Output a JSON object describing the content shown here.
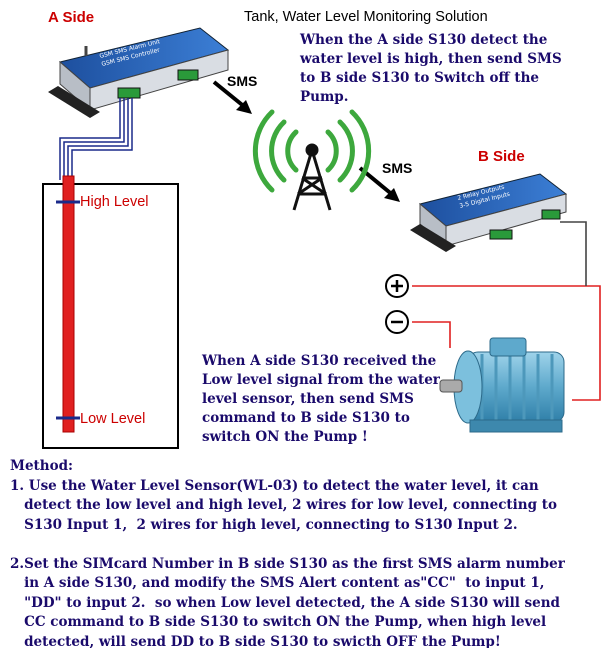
{
  "header": {
    "a_side": "A  Side",
    "title": "Tank, Water Level Monitoring Solution",
    "b_side": "B Side"
  },
  "notes": {
    "high_alert": [
      "When the A side S130 detect the",
      "water level is high, then send SMS",
      "to B side S130 to Switch off the",
      "Pump."
    ],
    "low_alert": [
      "When A side S130 received the",
      "Low level signal from the water",
      "level sensor, then send SMS",
      "command to B side S130 to",
      "switch ON the Pump !"
    ]
  },
  "labels": {
    "sms_1": "SMS",
    "sms_2": "SMS",
    "high_level": "High Level",
    "low_level": "Low Level",
    "plus": "+",
    "minus": "-",
    "device_text_1": "GSM SMS Alarm Unit",
    "device_text_2": "GSM SMS Controller",
    "device_text_3": "2 Relay Outputs",
    "device_text_4": "3-5 Digital Inputs"
  },
  "method": {
    "heading": "Method:",
    "lines": [
      "1. Use the Water Level Sensor(WL-03) to detect the water level, it can",
      "   detect the low level and high level, 2 wires for low level, connecting to",
      "   S130 Input 1,  2 wires for high level, connecting to S130 Input 2.",
      "",
      "2.Set the SIMcard Number in B side S130 as the first SMS alarm number",
      "   in A side S130, and modify the SMS Alert content as\"CC\"  to input 1,",
      "   \"DD\" to input 2.  so when Low level detected, the A side S130 will send",
      "   CC command to B side S130 to switch ON the Pump, when high level",
      "   detected, will send DD to B side S130 to swicth OFF the Pump!"
    ]
  },
  "colors": {
    "red": "#cc0000",
    "navy": "#1a0a6b",
    "device_blue": "#2b63b8",
    "tower_green": "#3da83d",
    "motor_blue": "#6fb3d2"
  },
  "icons": [
    "gsm-device-icon",
    "signal-tower-icon",
    "arrow-icon",
    "plus-terminal-icon",
    "minus-terminal-icon",
    "water-pump-motor-icon"
  ]
}
